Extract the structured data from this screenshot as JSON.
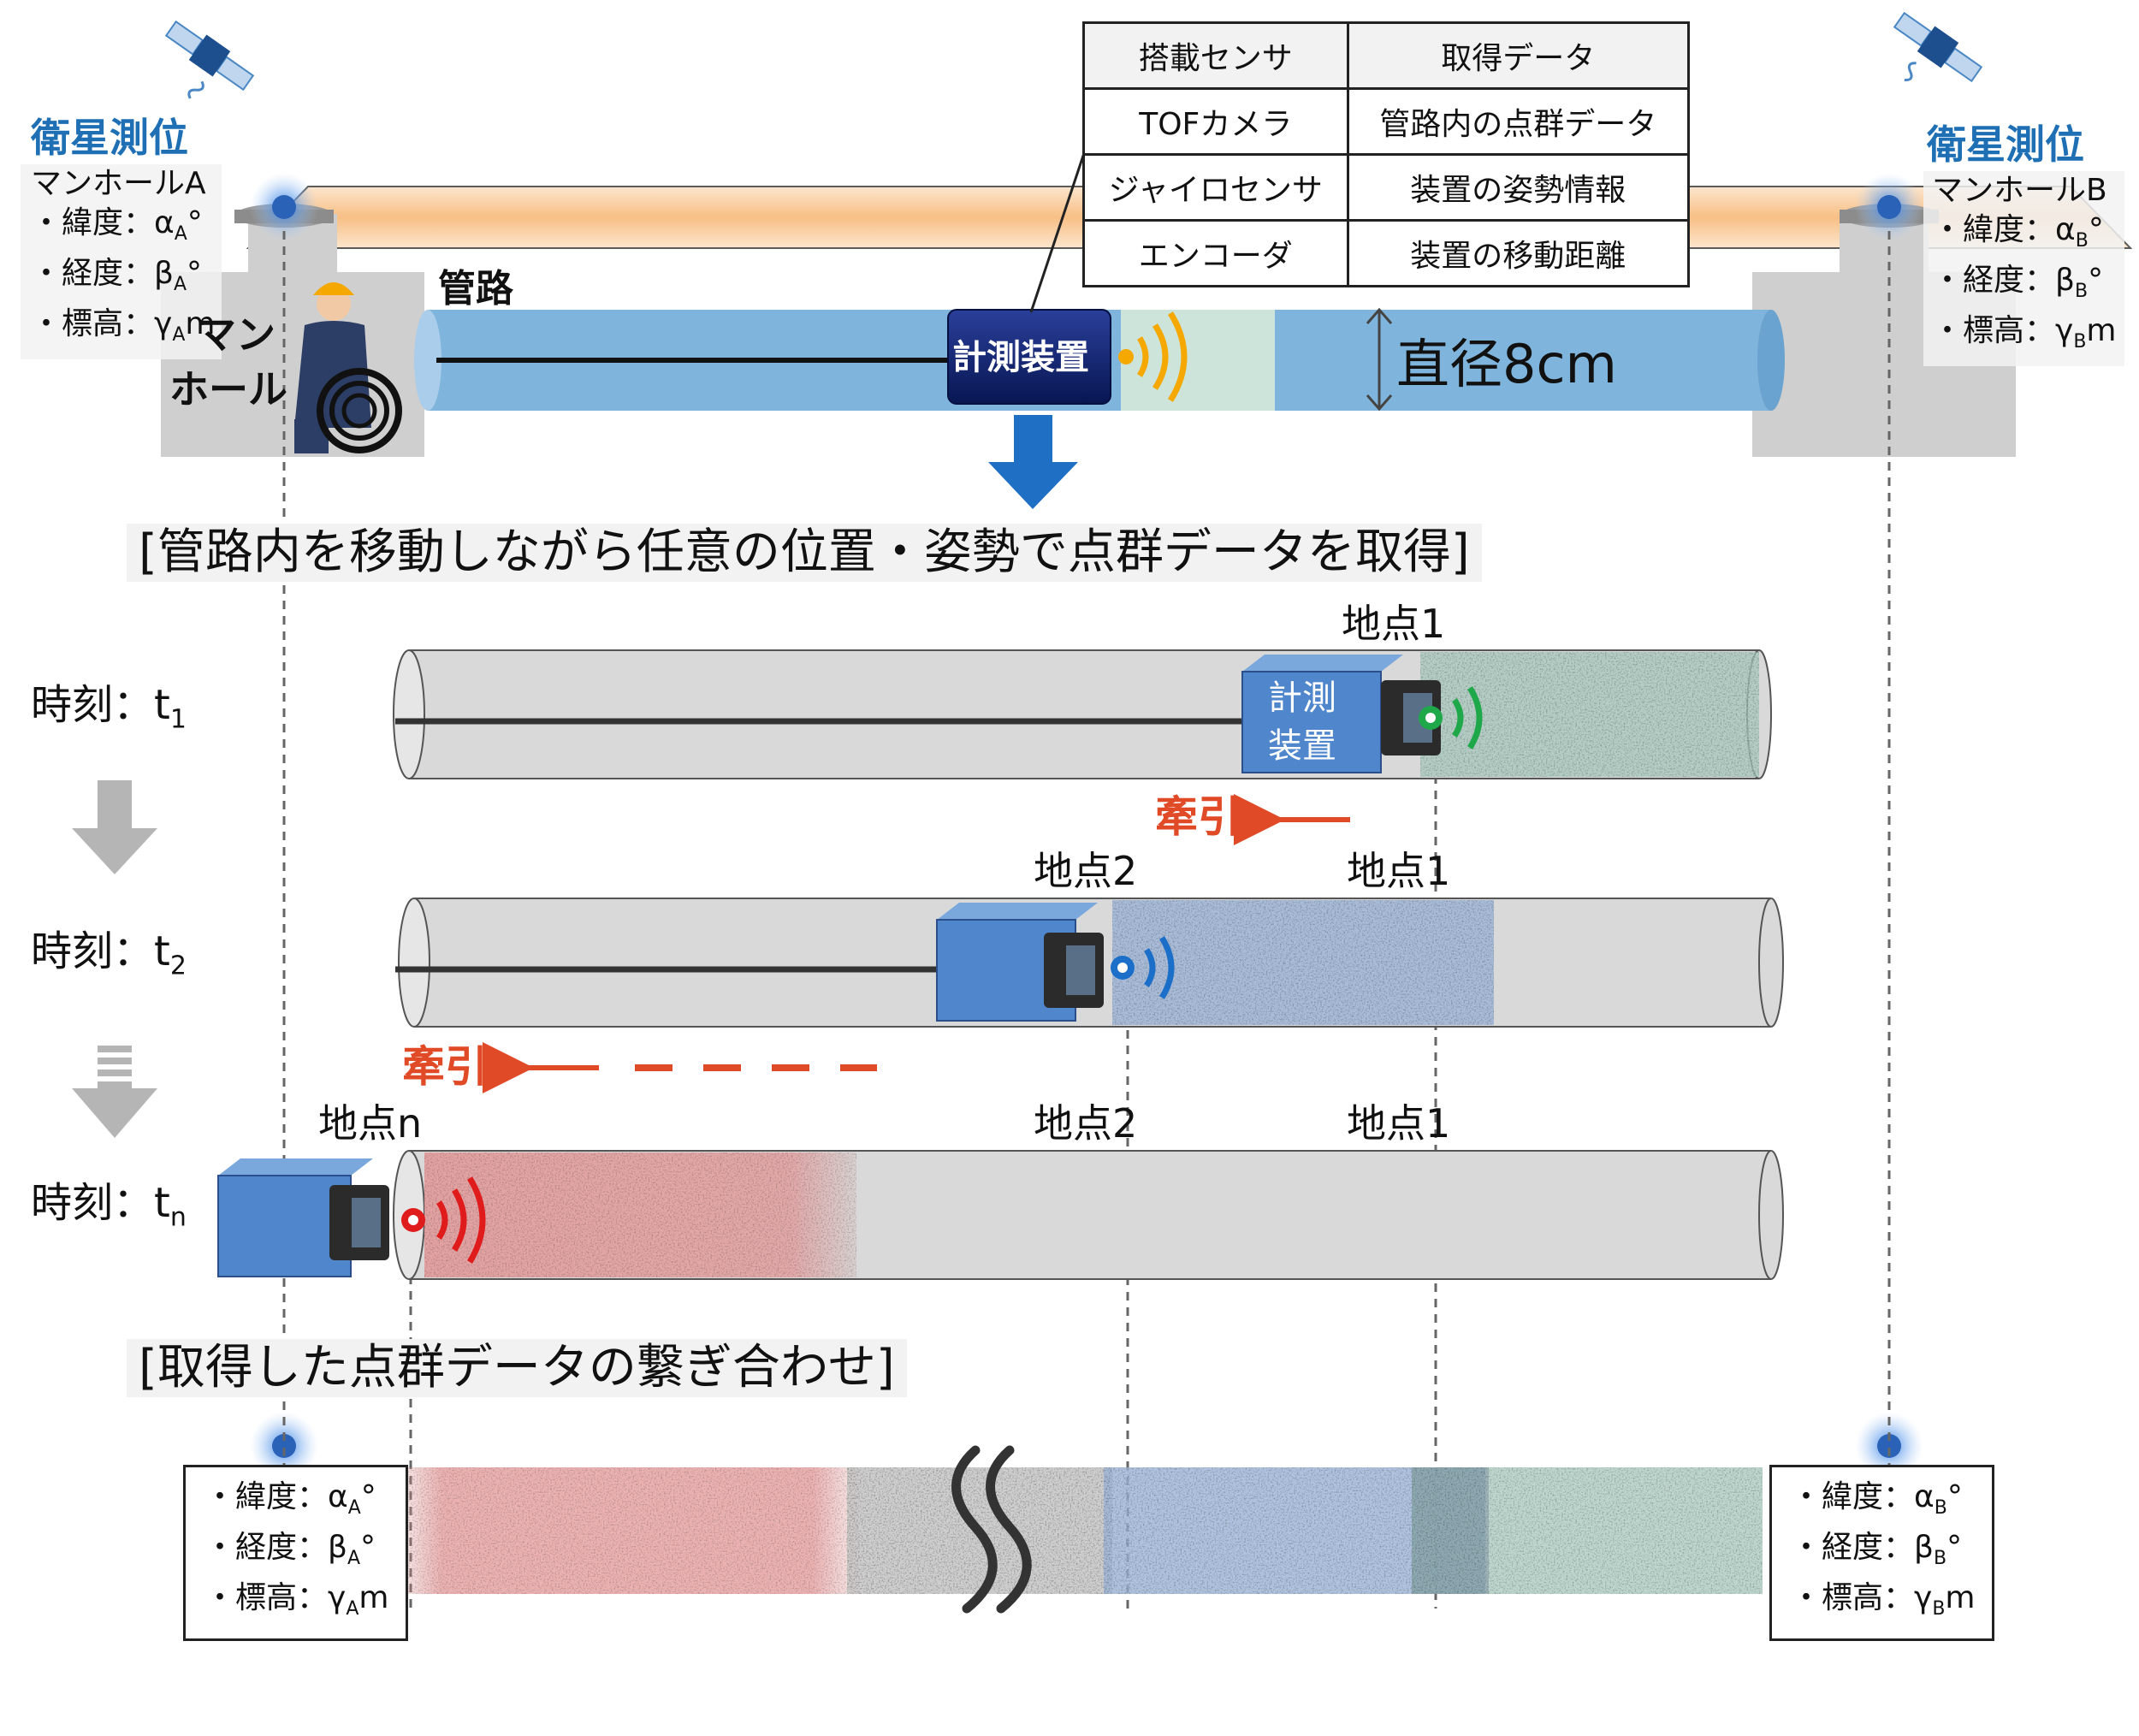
{
  "satellite_label": "衛星測位",
  "manhole_a": {
    "name": "マンホールA",
    "lat_label": "・緯度：α",
    "lat_sub": "A",
    "lat_unit": "°",
    "lon_label": "・経度：β",
    "lon_sub": "A",
    "lon_unit": "°",
    "alt_label": "・標高：γ",
    "alt_sub": "A",
    "alt_unit": "m"
  },
  "manhole_b": {
    "name": "マンホールB",
    "lat_label": "・緯度：α",
    "lat_sub": "B",
    "lat_unit": "°",
    "lon_label": "・経度：β",
    "lon_sub": "B",
    "lon_unit": "°",
    "alt_label": "・標高：γ",
    "alt_sub": "B",
    "alt_unit": "m"
  },
  "pipe_label": "管路",
  "manhole_label_1": "マン",
  "manhole_label_2": "ホール",
  "device_label": "計測装置",
  "device_label_1": "計測",
  "device_label_2": "装置",
  "diameter_label": "直径8cm",
  "sensor_table": {
    "headers": [
      "搭載センサ",
      "取得データ"
    ],
    "rows": [
      [
        "TOFカメラ",
        "管路内の点群データ"
      ],
      [
        "ジャイロセンサ",
        "装置の姿勢情報"
      ],
      [
        "エンコーダ",
        "装置の移動距離"
      ]
    ]
  },
  "banner_1": "[管路内を移動しながら任意の位置・姿勢で点群データを取得]",
  "banner_2": "[取得した点群データの繋ぎ合わせ]",
  "time_prefix": "時刻：t",
  "time_subs": [
    "1",
    "2",
    "n"
  ],
  "point_labels": {
    "p1": "地点1",
    "p2": "地点2",
    "pn": "地点n"
  },
  "pull_label": "牽引",
  "colors": {
    "satellite_text": "#1f6fb5",
    "pipe_blue": "#7fb4dc",
    "pipe_gray": "#d9d9d9",
    "device_navy": "#0b1f6b",
    "device_blue": "#5b8fd0",
    "cloud_red": "#e79a9a",
    "cloud_blue": "#9db5d8",
    "cloud_green": "#a9cbbf",
    "pull_red": "#e04a26",
    "signal_green": "#1ea84a",
    "signal_blue": "#1b6fc9",
    "signal_red": "#e01b1b",
    "signal_orange": "#f5a800"
  }
}
